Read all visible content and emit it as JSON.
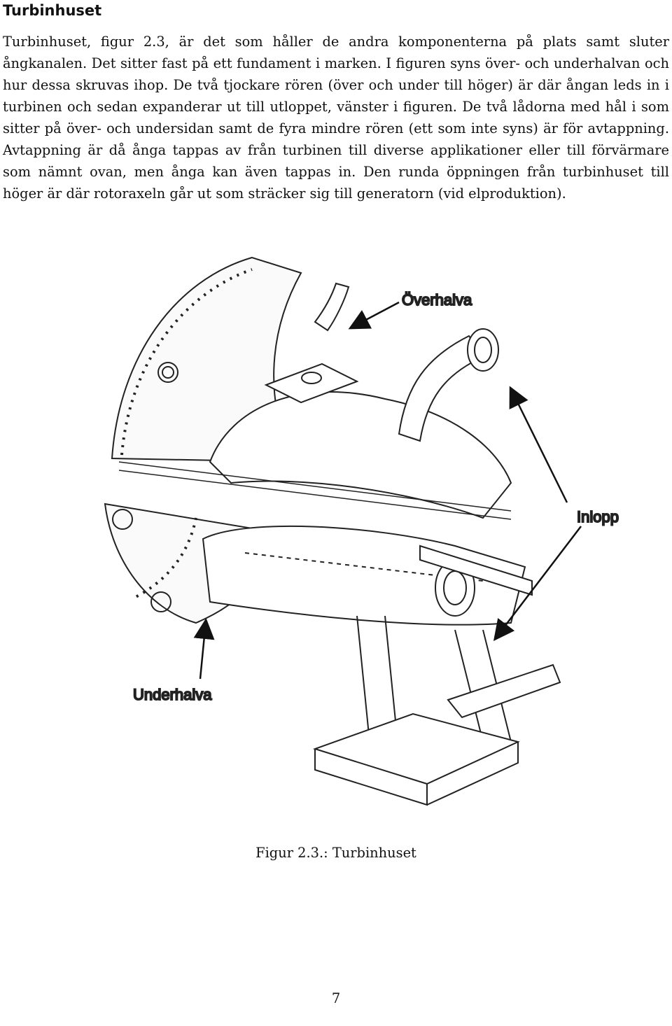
{
  "section": {
    "heading": "Turbinhuset",
    "paragraph": "Turbinhuset, figur 2.3, är det som håller de andra komponenterna på plats samt sluter ångkanalen. Det sitter fast på ett fundament i marken. I figuren syns över- och underhalvan och hur dessa skruvas ihop. De två tjockare rören (över och under till höger) är där ångan leds in i turbinen och sedan expanderar ut till utloppet, vänster i figuren. De två lådorna med hål i som sitter på över- och undersidan samt de fyra mindre rören (ett som inte syns) är för avtappning. Avtappning är då ånga tappas av från turbinen till diverse applikationer eller till förvärmare som nämnt ovan, men ånga kan även tappas in. Den runda öppningen från turbinhuset till höger är där rotoraxeln går ut som sträcker sig till generatorn (vid elproduktion)."
  },
  "figure": {
    "labels": {
      "upper_half": "Överhalva",
      "inlet": "Inlopp",
      "lower_half": "Underhalva"
    },
    "caption": "Figur 2.3.: Turbinhuset"
  },
  "page": {
    "number": "7"
  }
}
